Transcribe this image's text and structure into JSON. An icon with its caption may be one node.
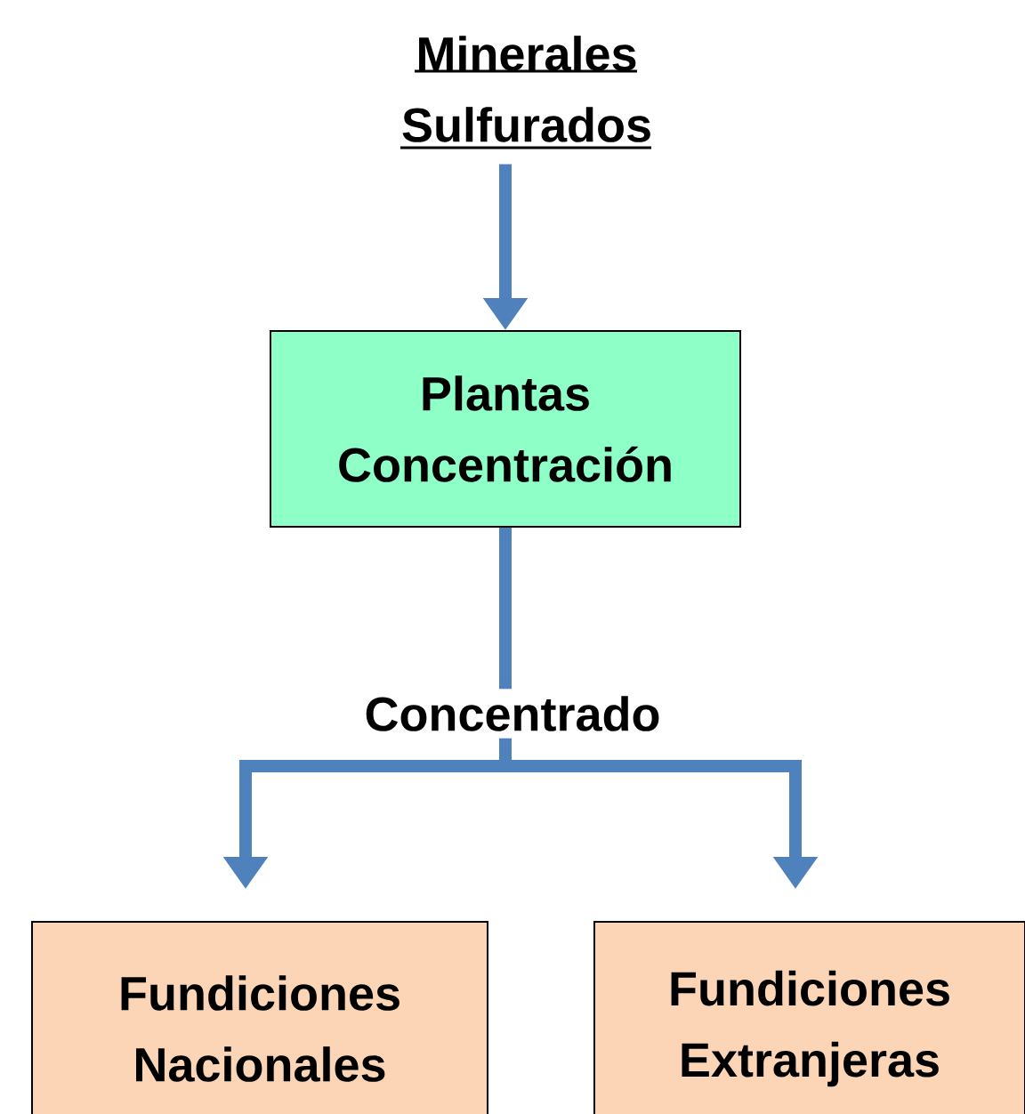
{
  "diagram": {
    "nodes": [
      {
        "text": [
          "Minerales Sulfurados"
        ]
      },
      {
        "text": [
          "Plantas Concentración"
        ]
      },
      {
        "text": [
          "Fundiciones Nacionales"
        ]
      },
      {
        "text": [
          "Fundiciones Extranjeras"
        ]
      }
    ],
    "edges": [
      {
        "from": 0,
        "to": 1,
        "arrow": "to"
      },
      {
        "from": 1,
        "to": 2,
        "arrow": "to",
        "label": "Concentrado"
      },
      {
        "from": 1,
        "to": 3,
        "arrow": "to"
      }
    ]
  }
}
